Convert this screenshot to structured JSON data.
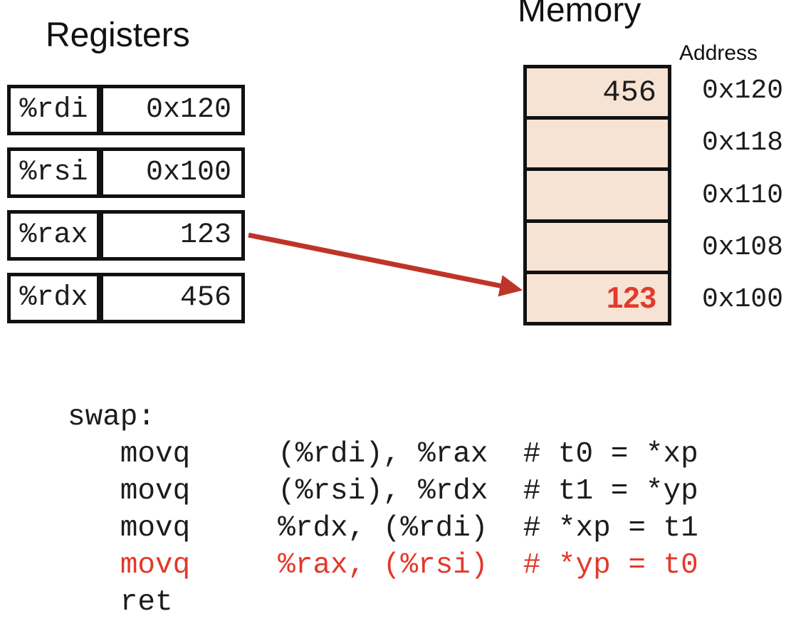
{
  "registers": {
    "title": "Registers",
    "rows": [
      {
        "name": "%rdi",
        "value": "0x120"
      },
      {
        "name": "%rsi",
        "value": "0x100"
      },
      {
        "name": "%rax",
        "value": "123"
      },
      {
        "name": "%rdx",
        "value": "456"
      }
    ]
  },
  "memory": {
    "title": "Memory",
    "address_label": "Address",
    "cells": [
      {
        "value": "456",
        "address": "0x120",
        "highlight": false
      },
      {
        "value": "",
        "address": "0x118",
        "highlight": false
      },
      {
        "value": "",
        "address": "0x110",
        "highlight": false
      },
      {
        "value": "",
        "address": "0x108",
        "highlight": false
      },
      {
        "value": "123",
        "address": "0x100",
        "highlight": true
      }
    ],
    "cell_fill_color": "#f7e3d4",
    "border_color": "#111111",
    "highlight_text_color": "#e13b2e"
  },
  "arrow": {
    "description": "red arrow from %rax register value to memory cell at 0x100",
    "color": "#bf3428"
  },
  "code": {
    "red_color": "#e3382a",
    "lines": [
      {
        "text": "swap:",
        "red": false
      },
      {
        "text": "   movq     (%rdi), %rax  # t0 = *xp",
        "red": false
      },
      {
        "text": "   movq     (%rsi), %rdx  # t1 = *yp",
        "red": false
      },
      {
        "text": "   movq     %rdx, (%rdi)  # *xp = t1",
        "red": false
      },
      {
        "text": "   movq     %rax, (%rsi)  # *yp = t0",
        "red": true
      },
      {
        "text": "   ret",
        "red": false
      }
    ]
  }
}
